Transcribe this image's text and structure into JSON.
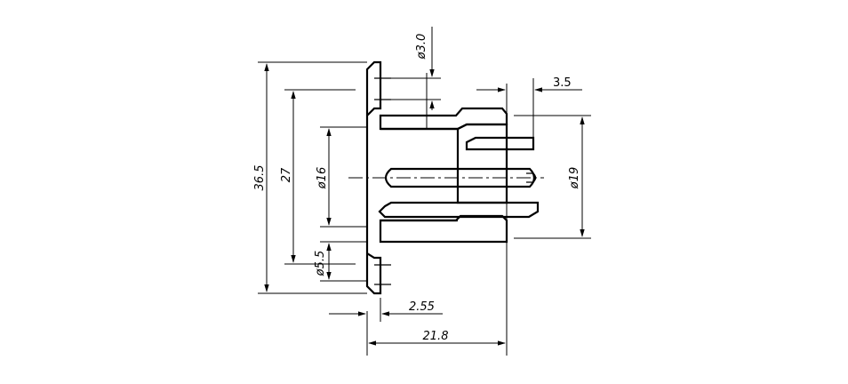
{
  "drawing": {
    "dimensions": {
      "flange_diameter": "36.5",
      "bolt_circle": "27",
      "bore_diameter": "ø16",
      "hole_diameter": "ø5.5",
      "top_hole": "ø3.0",
      "pin_offset": "3.5",
      "body_diameter": "ø19",
      "flange_thickness": "2.55",
      "overall_length": "21.8"
    }
  }
}
